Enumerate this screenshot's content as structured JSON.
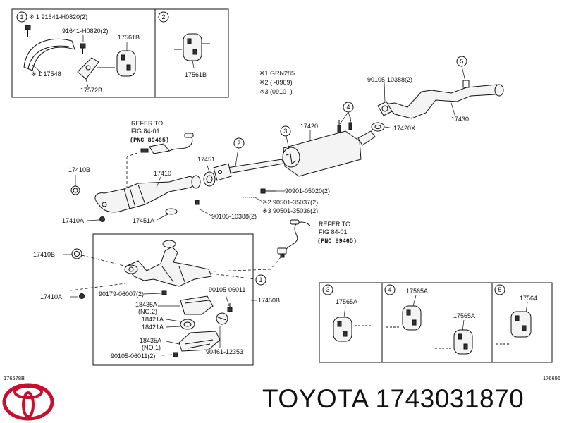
{
  "inset_1": {
    "callout": "1",
    "labels": [
      "※ 1 91641-H0820(2)",
      "91641-H0820(2)",
      "17561B",
      "※ 1 17548",
      "17572B"
    ]
  },
  "inset_2": {
    "callout": "2",
    "labels": [
      "17561B"
    ]
  },
  "notes": [
    "※1 GRN285",
    "※2 ( -0909)",
    "※3 (0910- )"
  ],
  "main_labels": {
    "refer_to_1": "REFER TO",
    "fig_1": "FIG 84-01",
    "pnc_1": "(PNC 89465)",
    "p17410b_top": "17410B",
    "p17410": "17410",
    "p17410a_top": "17410A",
    "p17451": "17451",
    "p17451a": "17451A",
    "p90105_bolt": "90105-10388(2)",
    "p17420": "17420",
    "p17420x": "17420X",
    "p90105_top": "90105-10388(2)",
    "p17430": "17430",
    "p90901": "90901-05020(2)",
    "p90501_a": "※2 90501-35037(2)",
    "p90501_b": "※3 90501-35036(2)",
    "refer_to_2": "REFER TO",
    "fig_2": "FIG 84-01",
    "pnc_2": "(PNC 89465)",
    "p17410b_bottom": "17410B",
    "p17410a_bottom": "17410A",
    "p17450b": "17450B",
    "p90179": "90179-06007(2)",
    "p90105_06011": "90105-06011",
    "p18435a_no2": "18435A",
    "no2": "(NO.2)",
    "p18421a_1": "18421A",
    "p18421a_2": "18421A",
    "p18435a_no1": "18435A",
    "no1": "(NO.1)",
    "p90105_06011_2": "90105-06011(2)",
    "p90461": "90461-12353",
    "call_1": "1",
    "call_2": "2",
    "call_3": "3",
    "call_4": "4",
    "call_5": "5"
  },
  "inset_3": {
    "callout": "3",
    "label": "17565A"
  },
  "inset_4": {
    "callout": "4",
    "labels": [
      "17565A",
      "17565A"
    ]
  },
  "inset_5": {
    "callout": "5",
    "label": "17564"
  },
  "footer": {
    "left_code": "176578B",
    "right_code": "176696",
    "brand": "TOYOTA",
    "part_number": "1743031870"
  },
  "icons": [
    "toyota-logo-icon"
  ],
  "colors": {
    "logo": "#c8102e",
    "ink": "#111111"
  }
}
